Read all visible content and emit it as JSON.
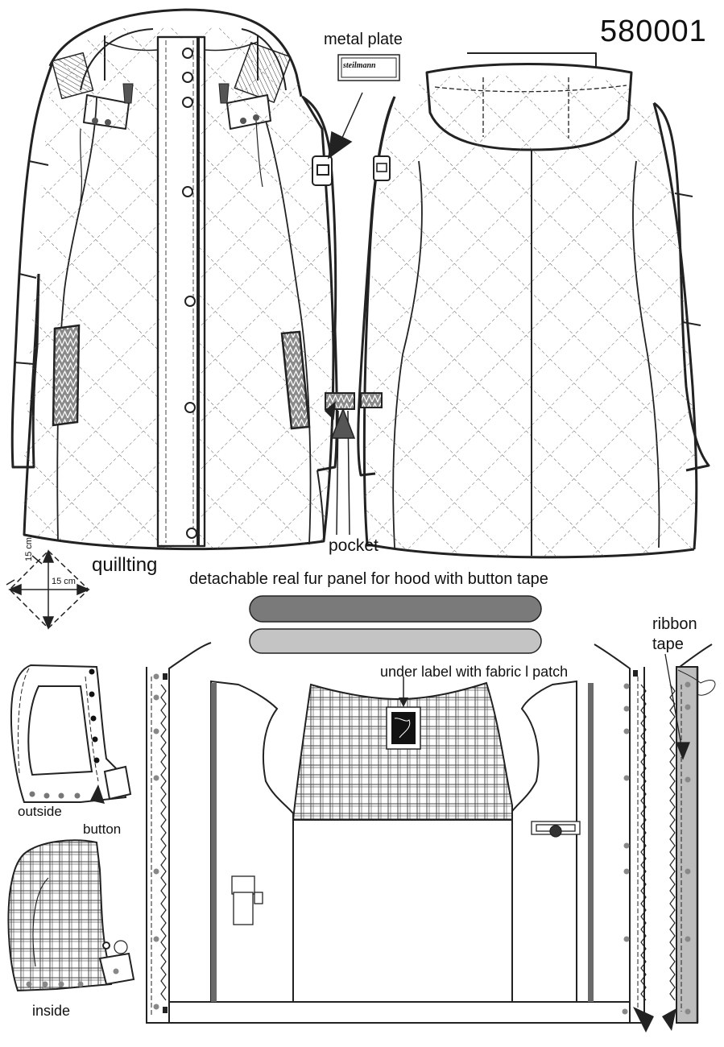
{
  "model_number": "580001",
  "labels": {
    "metal_plate": "metal plate",
    "plate_brand": "steilmann",
    "pocket": "pocket",
    "quilting": "quillting",
    "quilting_dim_a": "15 cm",
    "quilting_dim_b": "15 cm",
    "fur_panel": "detachable real fur panel for hood with button tape",
    "ribbon_tape": [
      "ribbon",
      "tape"
    ],
    "under_label": "under label with fabric l patch",
    "hood_outside": "outside",
    "hood_button": "button",
    "hood_inside": "inside"
  },
  "colors": {
    "line": "#222222",
    "zipper_fill": "#8a8a8a",
    "fur_panel_dark": "#7a7a7a",
    "fur_panel_light": "#c4c4c4",
    "ribbon_tape": "#bdbdbd",
    "facing_stripe": "#6a6a6a"
  }
}
